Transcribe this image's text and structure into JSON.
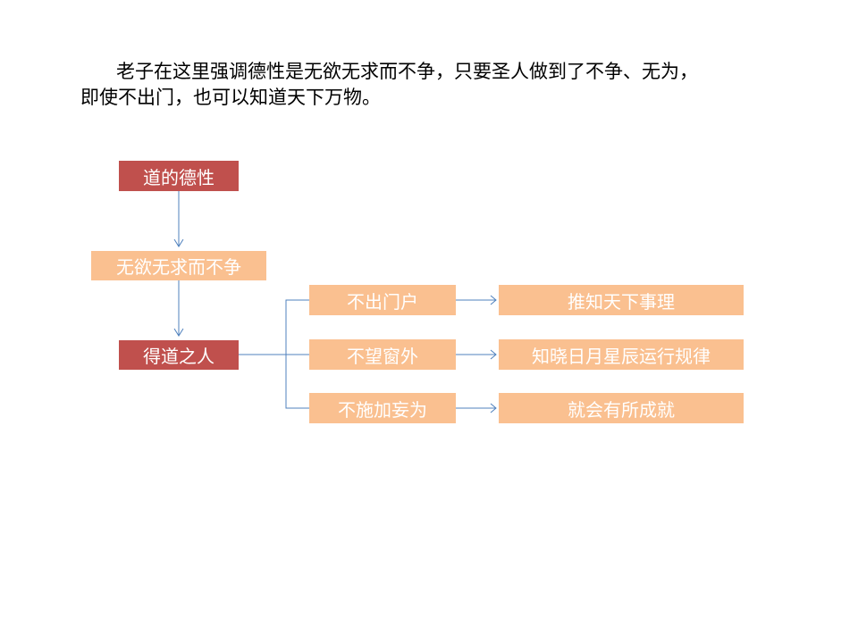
{
  "paragraph": {
    "line1": "老子在这里强调德性是无欲无求而不争，只要圣人做到了不争、无为，",
    "line2": "即使不出门，也可以知道天下万物。"
  },
  "diagram": {
    "root": "道的德性",
    "middle": "无欲无求而不争",
    "person": "得道之人",
    "branches": [
      {
        "condition": "不出门户",
        "result": "推知天下事理"
      },
      {
        "condition": "不望窗外",
        "result": "知晓日月星辰运行规律"
      },
      {
        "condition": "不施加妄为",
        "result": "就会有所成就"
      }
    ],
    "colors": {
      "dark": "#c0504d",
      "light": "#fac090",
      "connector": "#4f81bd"
    }
  }
}
